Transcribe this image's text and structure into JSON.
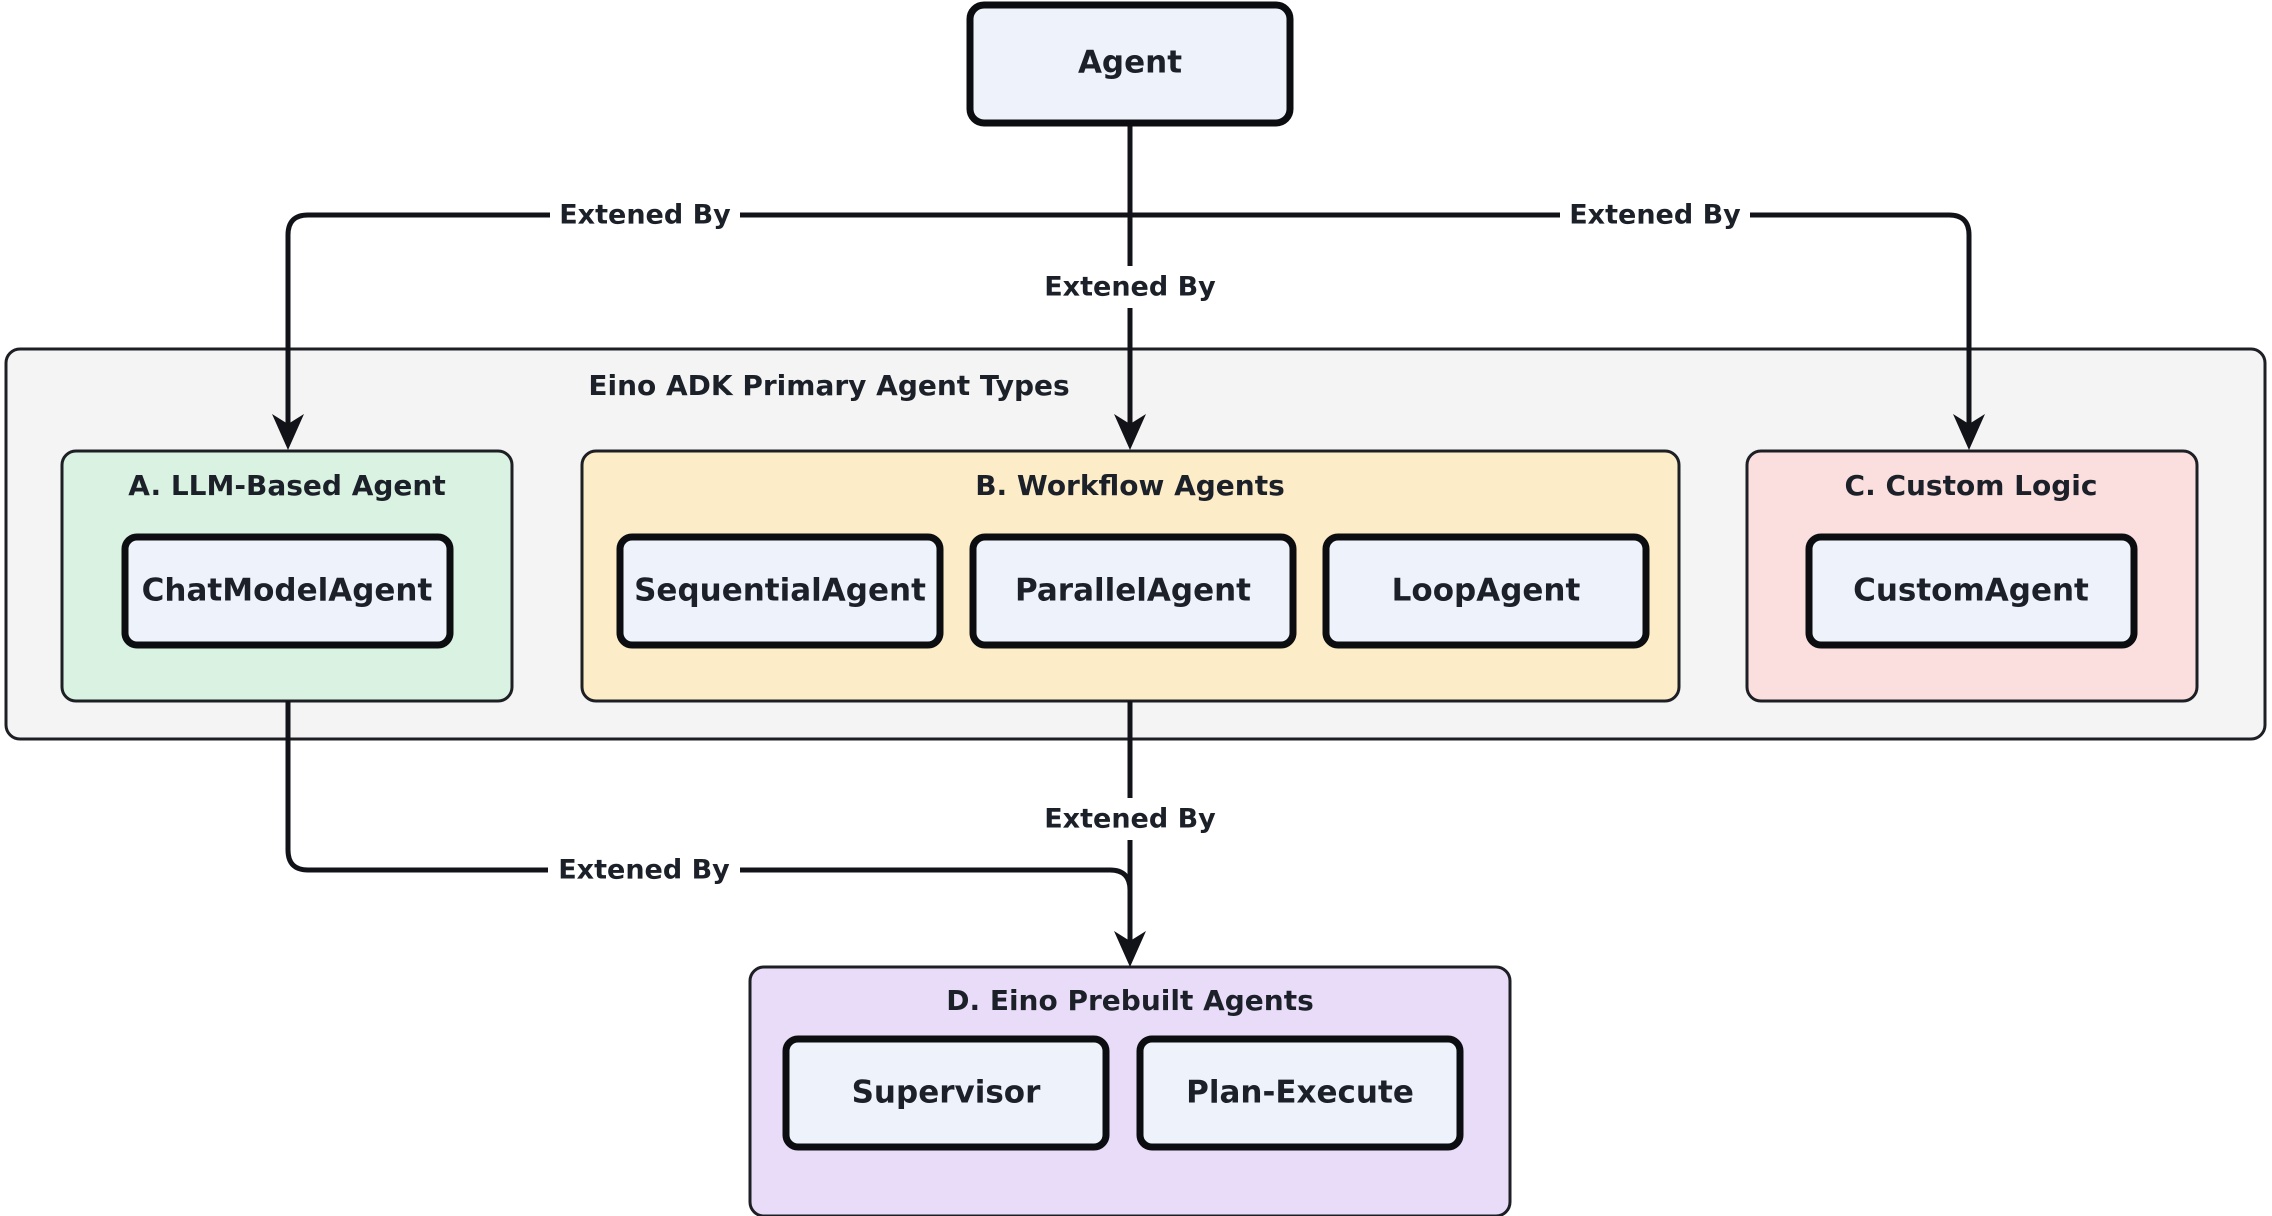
{
  "diagram": {
    "title_node": {
      "label": "Agent"
    },
    "container": {
      "label": "Eino ADK Primary Agent Types"
    },
    "groups": [
      {
        "id": "a",
        "label": "A. LLM-Based Agent",
        "color": "#d9f2e1",
        "nodes": [
          {
            "label": "ChatModelAgent"
          }
        ]
      },
      {
        "id": "b",
        "label": "B. Workflow Agents",
        "color": "#fcedc8",
        "nodes": [
          {
            "label": "SequentialAgent"
          },
          {
            "label": "ParallelAgent"
          },
          {
            "label": "LoopAgent"
          }
        ]
      },
      {
        "id": "c",
        "label": "C. Custom Logic",
        "color": "#fbdfdf",
        "nodes": [
          {
            "label": "CustomAgent"
          }
        ]
      },
      {
        "id": "d",
        "label": "D. Eino Prebuilt Agents",
        "color": "#e9dcf9",
        "nodes": [
          {
            "label": "Supervisor"
          },
          {
            "label": "Plan-Execute"
          }
        ]
      }
    ],
    "edges": [
      {
        "id": "agent-to-a",
        "label": "Extened By"
      },
      {
        "id": "agent-to-b",
        "label": "Extened By"
      },
      {
        "id": "agent-to-c",
        "label": "Extened By"
      },
      {
        "id": "a-to-d",
        "label": "Extened By"
      },
      {
        "id": "b-to-d",
        "label": "Extened By"
      }
    ],
    "colors": {
      "node_fill": "#eef2fb",
      "node_stroke": "#0c0d10",
      "container_fill": "#f4f4f4",
      "edge_stroke": "#121318",
      "text": "#1c2028",
      "background": "#ffffff"
    }
  }
}
